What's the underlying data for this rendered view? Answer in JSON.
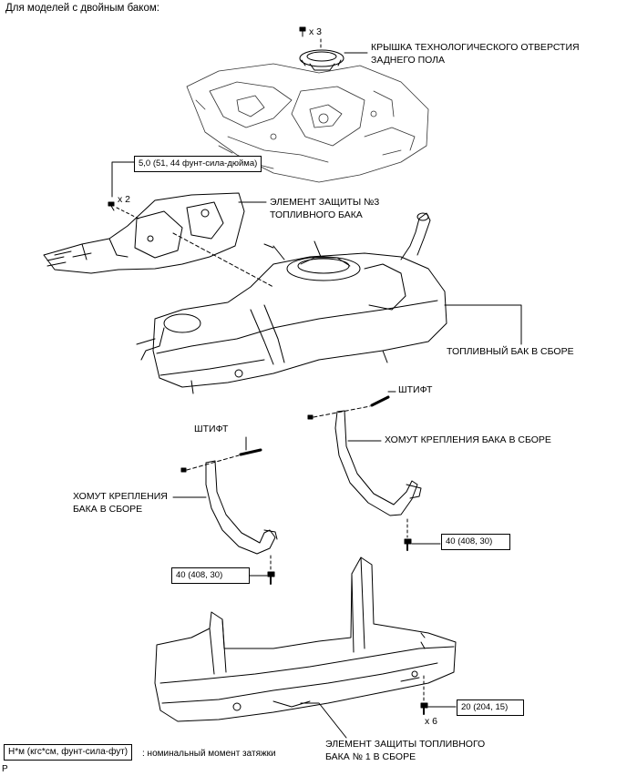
{
  "header": {
    "title": "Для моделей с двойным баком:"
  },
  "labels": {
    "floor_cover": {
      "line1": "КРЫШКА ТЕХНОЛОГИЧЕСКОГО ОТВЕРСТИЯ",
      "line2": "ЗАДНЕГО ПОЛА"
    },
    "protector3": {
      "line1": "ЭЛЕМЕНТ ЗАЩИТЫ №3",
      "line2": "ТОПЛИВНОГО БАКА"
    },
    "tank": "ТОПЛИВНЫЙ БАК В СБОРЕ",
    "pin_right": "ШТИФТ",
    "pin_left": "ШТИФТ",
    "band_right": "ХОМУТ КРЕПЛЕНИЯ БАКА В СБОРЕ",
    "band_left": {
      "line1": "ХОМУТ КРЕПЛЕНИЯ",
      "line2": "БАКА В СБОРЕ"
    },
    "protector1": {
      "line1": "ЭЛЕМЕНТ ЗАЩИТЫ ТОПЛИВНОГО",
      "line2": "БАКА № 1 В СБОРЕ"
    }
  },
  "torques": {
    "protector3": "5,0 (51, 44 фунт-сила-дюйма)",
    "band_right": "40 (408, 30)",
    "band_left": "40 (408, 30)",
    "protector1": "20 (204, 15)"
  },
  "quantities": {
    "cover": "x 3",
    "protector3": "x 2",
    "protector1": "x 6"
  },
  "legend": {
    "box": "Н*м (кгс*см, фунт-сила-фут)",
    "text": ": номинальный момент затяжки"
  },
  "footer": {
    "code": "P"
  }
}
